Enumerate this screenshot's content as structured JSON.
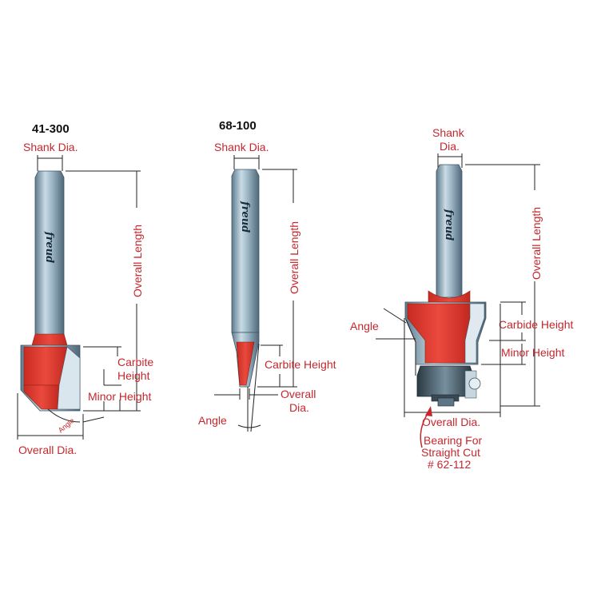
{
  "bits": [
    {
      "model": "41-300",
      "brand": "freud",
      "labels": {
        "shank_dia": "Shank Dia.",
        "overall_length": "Overall Length",
        "carbite_height_1": "Carbite",
        "carbite_height_2": "Height",
        "minor_height": "Minor Height",
        "angle": "Angle",
        "overall_dia": "Overall Dia."
      }
    },
    {
      "model": "68-100",
      "brand": "freud",
      "labels": {
        "shank_dia": "Shank Dia.",
        "overall_length": "Overall Length",
        "carbite_height": "Carbite Height",
        "overall_dia_1": "Overall",
        "overall_dia_2": "Dia.",
        "angle": "Angle"
      }
    },
    {
      "brand": "freud",
      "labels": {
        "shank_dia_1": "Shank",
        "shank_dia_2": "Dia.",
        "overall_length": "Overall Length",
        "angle": "Angle",
        "carbide_height": "Carbide Height",
        "minor_height": "Minor Height",
        "overall_dia": "Overall Dia.",
        "bearing_1": "Bearing For",
        "bearing_2": "Straight Cut",
        "bearing_3": "# 62-112"
      }
    }
  ],
  "colors": {
    "carbide": "#e8443a",
    "carbide_dark": "#b5261f",
    "steel": "#9ab4c4",
    "steel_dark": "#5d7687",
    "label": "#c4272d"
  }
}
